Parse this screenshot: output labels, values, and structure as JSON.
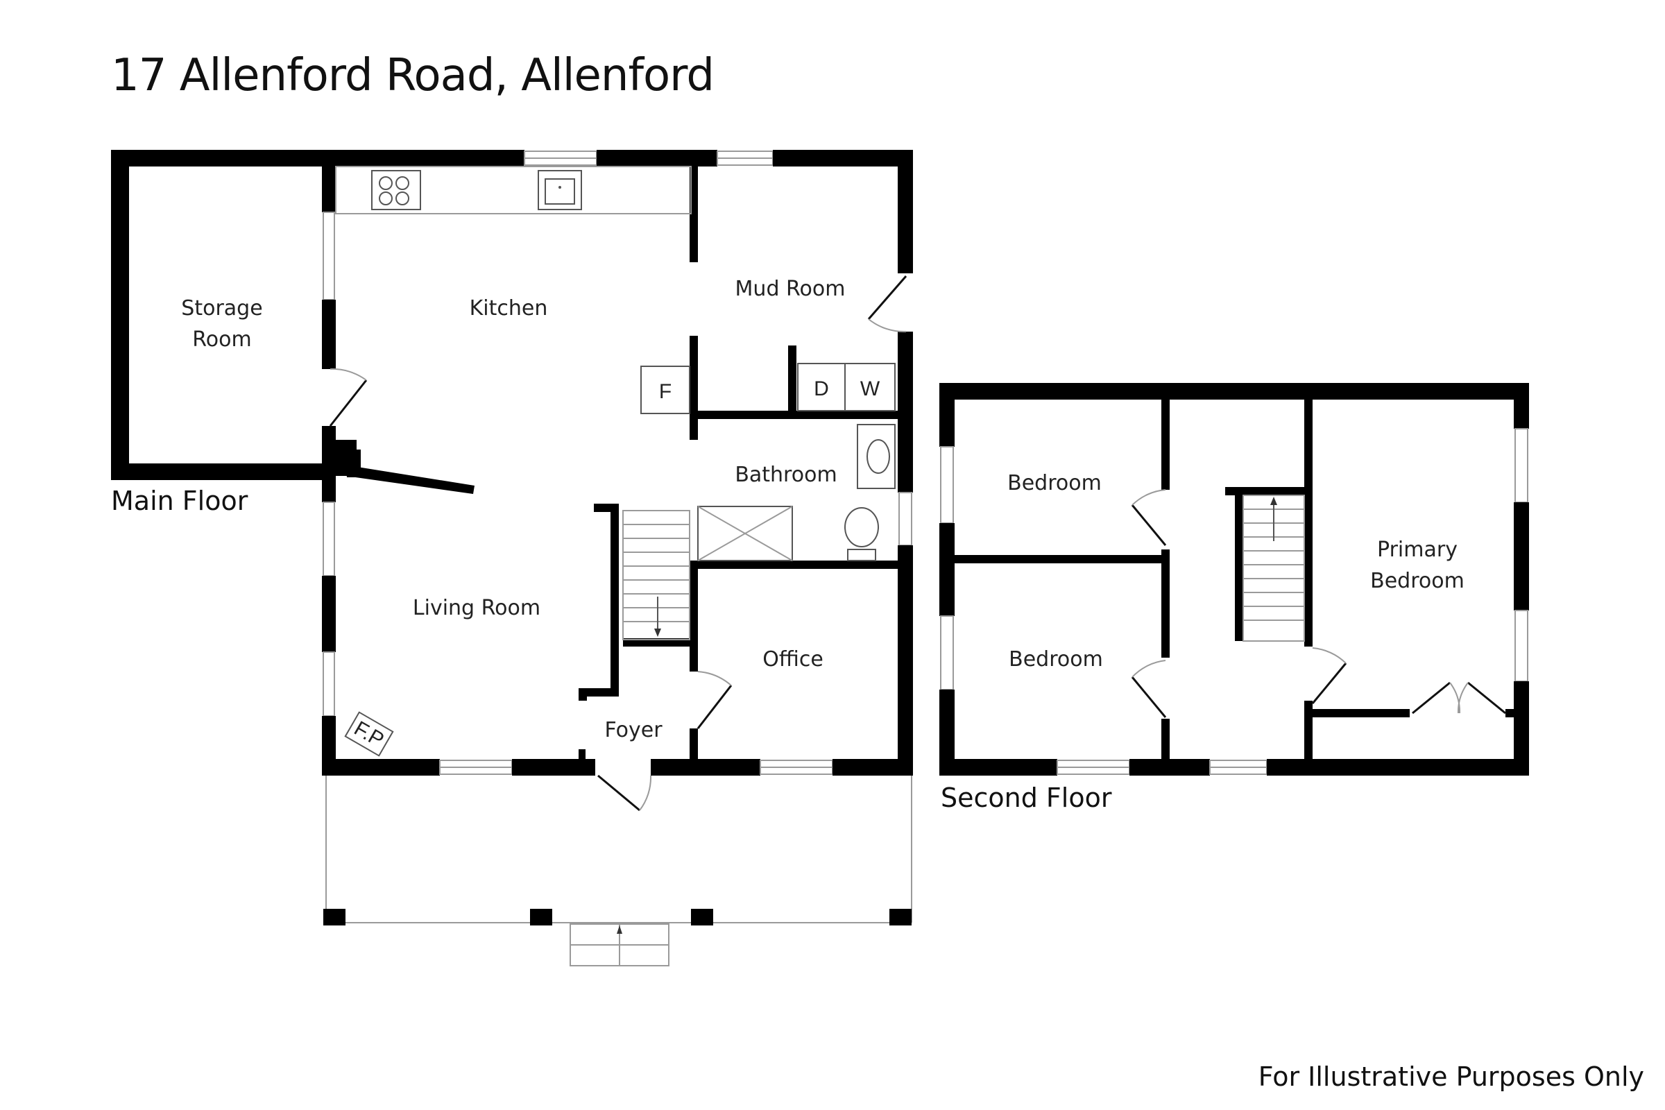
{
  "title": "17 Allenford Road, Allenford",
  "disclaimer": "For Illustrative Purposes Only",
  "floors": {
    "main": {
      "label": "Main Floor",
      "rooms": {
        "storage_line1": "Storage",
        "storage_line2": "Room",
        "kitchen": "Kitchen",
        "mud_room": "Mud Room",
        "bathroom": "Bathroom",
        "living_room": "Living Room",
        "office": "Office",
        "foyer": "Foyer"
      },
      "fixtures": {
        "fridge": "F",
        "dryer": "D",
        "washer": "W",
        "fireplace": "F.P"
      }
    },
    "second": {
      "label": "Second Floor",
      "rooms": {
        "bedroom_top": "Bedroom",
        "bedroom_bottom": "Bedroom",
        "primary_line1": "Primary",
        "primary_line2": "Bedroom"
      }
    }
  }
}
